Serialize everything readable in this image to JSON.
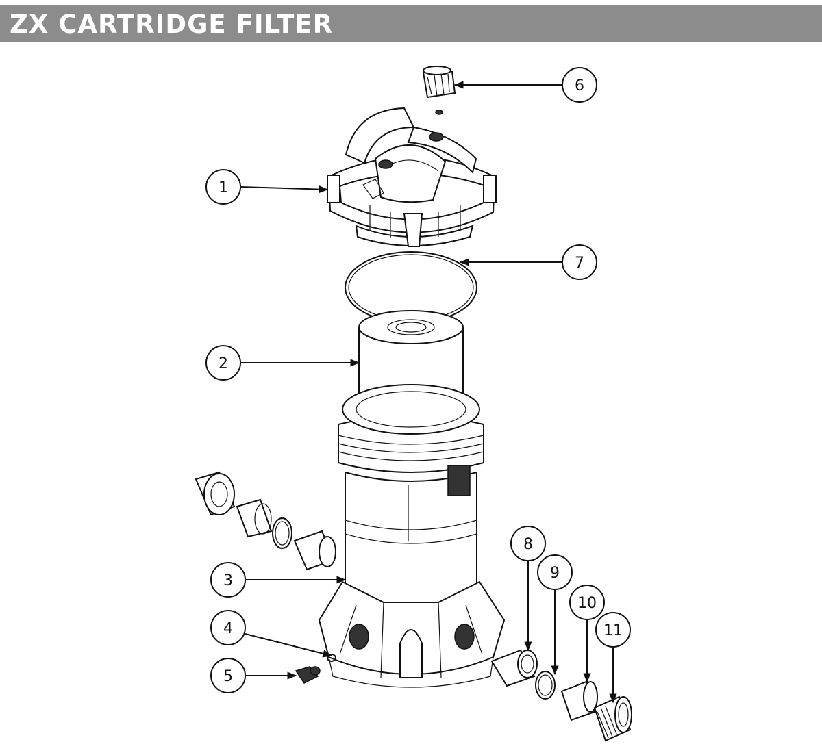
{
  "header": {
    "title": "ZX CARTRIDGE FILTER",
    "bg_color": "#8c8c8c",
    "text_color": "#ffffff"
  },
  "callouts": [
    {
      "id": "1",
      "label": "1"
    },
    {
      "id": "2",
      "label": "2"
    },
    {
      "id": "3",
      "label": "3"
    },
    {
      "id": "4",
      "label": "4"
    },
    {
      "id": "5",
      "label": "5"
    },
    {
      "id": "6",
      "label": "6"
    },
    {
      "id": "7",
      "label": "7"
    },
    {
      "id": "8",
      "label": "8"
    },
    {
      "id": "9",
      "label": "9"
    },
    {
      "id": "10",
      "label": "10"
    },
    {
      "id": "11",
      "label": "11"
    }
  ]
}
